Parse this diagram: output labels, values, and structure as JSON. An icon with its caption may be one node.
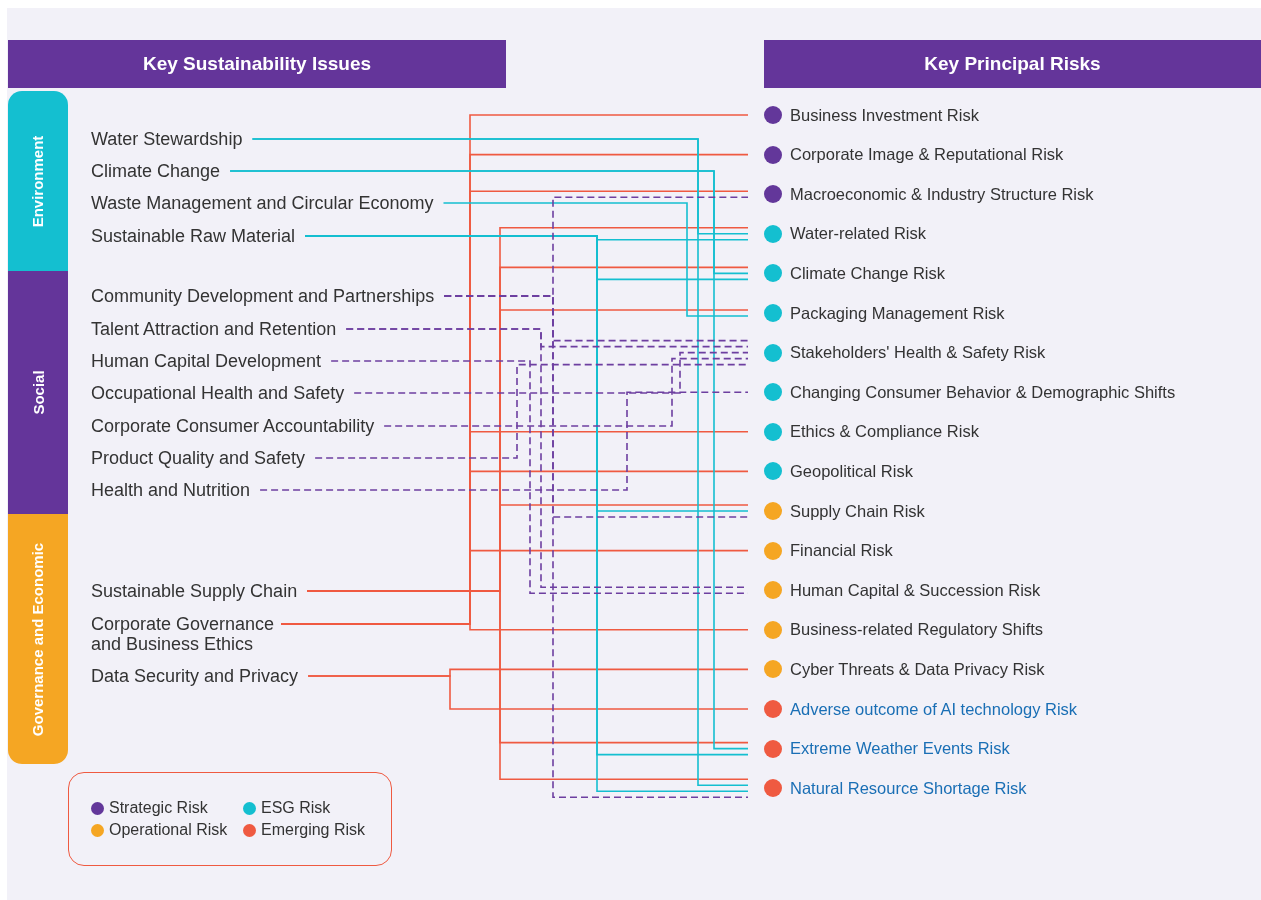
{
  "diagram": {
    "nodes": [
      {
        "text": [
          "Key Sustainability Issues"
        ]
      },
      {
        "text": [
          "Key Principal Risks"
        ]
      },
      {
        "text": [
          "Environment"
        ]
      },
      {
        "text": [
          "Social"
        ]
      },
      {
        "text": [
          "Governance and Economic"
        ]
      },
      {
        "text": [
          "Water Stewardship"
        ]
      },
      {
        "text": [
          "Climate Change"
        ]
      },
      {
        "text": [
          "Waste Management and Circular Economy"
        ]
      },
      {
        "text": [
          "Sustainable Raw Material"
        ]
      },
      {
        "text": [
          "Community Development and Partnerships"
        ]
      },
      {
        "text": [
          "Talent Attraction and Retention"
        ]
      },
      {
        "text": [
          "Human Capital Development"
        ]
      },
      {
        "text": [
          "Occupational Health and Safety"
        ]
      },
      {
        "text": [
          "Corporate Consumer Accountability"
        ]
      },
      {
        "text": [
          "Product Quality and Safety"
        ]
      },
      {
        "text": [
          "Health and Nutrition"
        ]
      },
      {
        "text": [
          "Sustainable Supply Chain"
        ]
      },
      {
        "text": [
          "Corporate Governance and Business Ethics"
        ]
      },
      {
        "text": [
          "Data Security and Privacy"
        ]
      },
      {
        "text": [
          "Business Investment Risk"
        ]
      },
      {
        "text": [
          "Corporate Image & Reputational Risk"
        ]
      },
      {
        "text": [
          "Macroeconomic & Industry Structure Risk"
        ]
      },
      {
        "text": [
          "Water-related Risk"
        ]
      },
      {
        "text": [
          "Climate Change Risk"
        ]
      },
      {
        "text": [
          "Packaging Management Risk"
        ]
      },
      {
        "text": [
          "Stakeholders' Health & Safety Risk"
        ]
      },
      {
        "text": [
          "Changing Consumer Behavior & Demographic Shifts"
        ]
      },
      {
        "text": [
          "Ethics & Compliance Risk"
        ]
      },
      {
        "text": [
          "Geopolitical Risk"
        ]
      },
      {
        "text": [
          "Supply Chain Risk"
        ]
      },
      {
        "text": [
          "Financial Risk"
        ]
      },
      {
        "text": [
          "Human Capital & Succession Risk"
        ]
      },
      {
        "text": [
          "Business-related Regulatory Shifts"
        ]
      },
      {
        "text": [
          "Cyber Threats & Data Privacy Risk"
        ]
      },
      {
        "text": [
          "Adverse outcome of AI technology Risk"
        ]
      },
      {
        "text": [
          "Extreme Weather Events Risk"
        ]
      },
      {
        "text": [
          "Natural Resource Shortage Risk"
        ]
      }
    ],
    "edges": [
      {
        "from": 17,
        "to": 19,
        "arrow": "none"
      },
      {
        "from": 17,
        "to": 20,
        "arrow": "none"
      },
      {
        "from": 17,
        "to": 21,
        "arrow": "none"
      },
      {
        "from": 17,
        "to": 27,
        "arrow": "none"
      },
      {
        "from": 17,
        "to": 28,
        "arrow": "none"
      },
      {
        "from": 17,
        "to": 30,
        "arrow": "none"
      },
      {
        "from": 17,
        "to": 32,
        "arrow": "none"
      },
      {
        "from": 16,
        "to": 22,
        "arrow": "none"
      },
      {
        "from": 16,
        "to": 23,
        "arrow": "none"
      },
      {
        "from": 16,
        "to": 24,
        "arrow": "none"
      },
      {
        "from": 16,
        "to": 29,
        "arrow": "none"
      },
      {
        "from": 16,
        "to": 35,
        "arrow": "none"
      },
      {
        "from": 16,
        "to": 36,
        "arrow": "none"
      },
      {
        "from": 18,
        "to": 33,
        "arrow": "none"
      },
      {
        "from": 18,
        "to": 34,
        "arrow": "none"
      },
      {
        "from": 5,
        "to": 22,
        "arrow": "none",
        "color": "#14bfd0"
      },
      {
        "from": 5,
        "to": 36,
        "arrow": "none",
        "color": "#14bfd0"
      },
      {
        "from": 6,
        "to": 23,
        "arrow": "none",
        "color": "#14bfd0"
      },
      {
        "from": 6,
        "to": 35,
        "arrow": "none",
        "color": "#14bfd0"
      },
      {
        "from": 7,
        "to": 24,
        "arrow": "none",
        "color": "#14bfd0"
      },
      {
        "from": 8,
        "to": 22,
        "arrow": "none",
        "color": "#14bfd0"
      },
      {
        "from": 8,
        "to": 23,
        "arrow": "none",
        "color": "#14bfd0"
      },
      {
        "from": 8,
        "to": 29,
        "arrow": "none",
        "color": "#14bfd0"
      },
      {
        "from": 8,
        "to": 35,
        "arrow": "none",
        "color": "#14bfd0"
      },
      {
        "from": 8,
        "to": 36,
        "arrow": "none",
        "color": "#14bfd0"
      },
      {
        "from": 9,
        "to": 21,
        "arrow": "none",
        "style": "dashed",
        "color": "#6d3fa0"
      },
      {
        "from": 9,
        "to": 25,
        "arrow": "none",
        "style": "dashed",
        "color": "#6d3fa0"
      },
      {
        "from": 9,
        "to": 29,
        "arrow": "none",
        "style": "dashed",
        "color": "#6d3fa0"
      },
      {
        "from": 9,
        "to": 36,
        "arrow": "none",
        "style": "dashed",
        "color": "#6d3fa0"
      },
      {
        "from": 10,
        "to": 25,
        "arrow": "none",
        "style": "dashed",
        "color": "#6d3fa0"
      },
      {
        "from": 10,
        "to": 31,
        "arrow": "none",
        "style": "dashed",
        "color": "#6d3fa0"
      },
      {
        "from": 11,
        "to": 31,
        "arrow": "none",
        "style": "dashed",
        "color": "#6d3fa0"
      },
      {
        "from": 12,
        "to": 25,
        "arrow": "none",
        "style": "dashed",
        "color": "#6d3fa0"
      },
      {
        "from": 13,
        "to": 25,
        "arrow": "none",
        "style": "dashed",
        "color": "#6d3fa0"
      },
      {
        "from": 14,
        "to": 25,
        "arrow": "none",
        "style": "dashed",
        "color": "#6d3fa0"
      },
      {
        "from": 15,
        "to": 26,
        "arrow": "none",
        "style": "dashed",
        "color": "#6d3fa0"
      }
    ],
    "legend": [
      {
        "text": "Strategic Risk",
        "color": "#63379a"
      },
      {
        "text": "ESG Risk",
        "color": "#14bfd0"
      },
      {
        "text": "Operational Risk",
        "color": "#f5a623"
      },
      {
        "text": "Emerging Risk",
        "color": "#ef5a41"
      }
    ]
  }
}
